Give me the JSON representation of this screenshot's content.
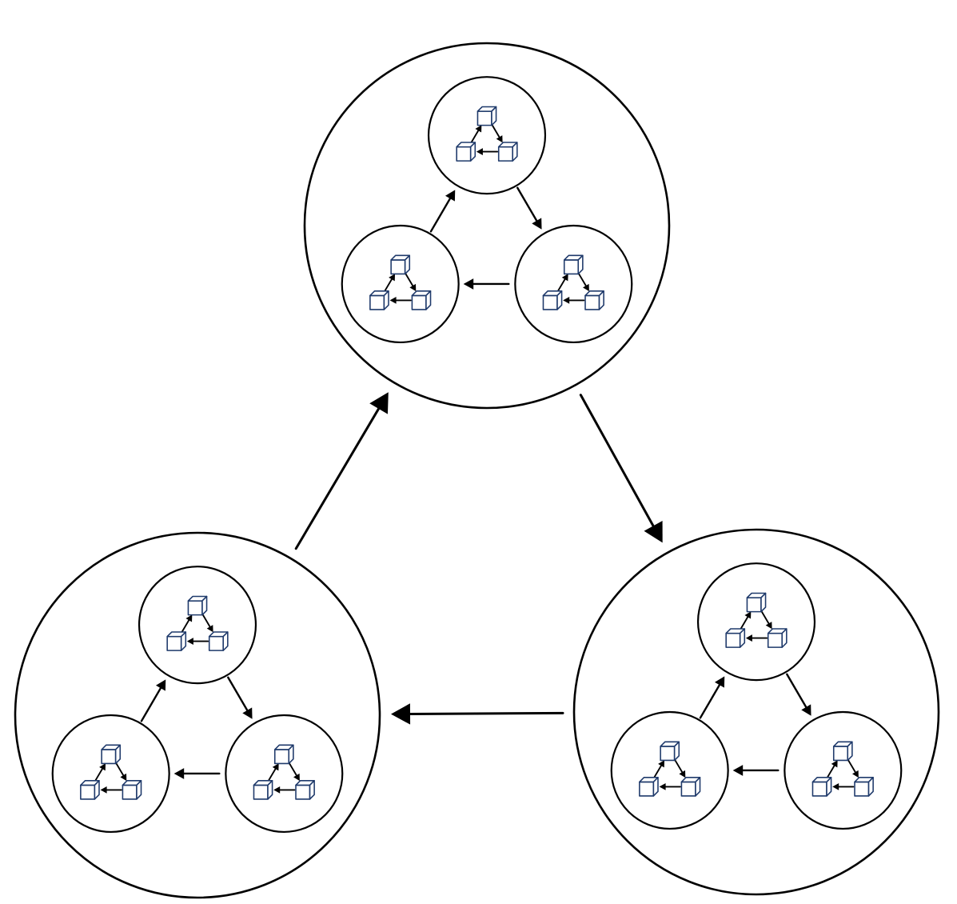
{
  "diagram": {
    "type": "recursive-cycle",
    "top_level_nodes": [
      "top",
      "right",
      "left"
    ],
    "cycle_order": [
      "top",
      "right",
      "left",
      "top"
    ],
    "children_per_node": 3,
    "cubes_per_child": 3,
    "text_labels": []
  },
  "colors": {
    "background": "#ffffff",
    "outline": "#000000",
    "cube_stroke": "#1f3a6b",
    "cube_fill": "#ffffff",
    "arrow": "#000000"
  },
  "icons": {
    "node_element": "cube-icon"
  }
}
